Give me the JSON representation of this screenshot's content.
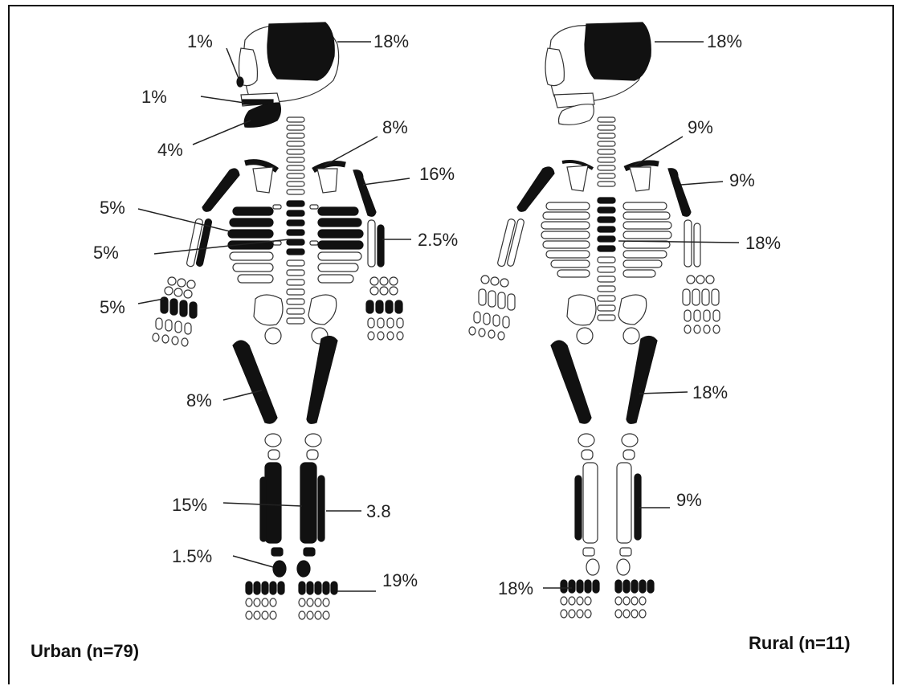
{
  "groups": {
    "urban": {
      "title": "Urban (n=79)",
      "labels": {
        "skull_vault": "18%",
        "orbit": "1%",
        "maxilla": "1%",
        "mandible": "4%",
        "clavicle": "8%",
        "humerus": "16%",
        "ribs_left": "5%",
        "ribs_vertebrae": "5%",
        "ulna_radius": "2.5%",
        "metacarpals": "5%",
        "femur": "8%",
        "tibia": "15%",
        "fibula": "3.8",
        "tarsals": "1.5%",
        "metatarsals": "19%"
      }
    },
    "rural": {
      "title": "Rural (n=11)",
      "labels": {
        "skull_vault": "18%",
        "clavicle": "9%",
        "humerus": "9%",
        "vertebrae": "18%",
        "femur": "18%",
        "fibula": "9%",
        "metatarsals": "18%"
      }
    }
  }
}
